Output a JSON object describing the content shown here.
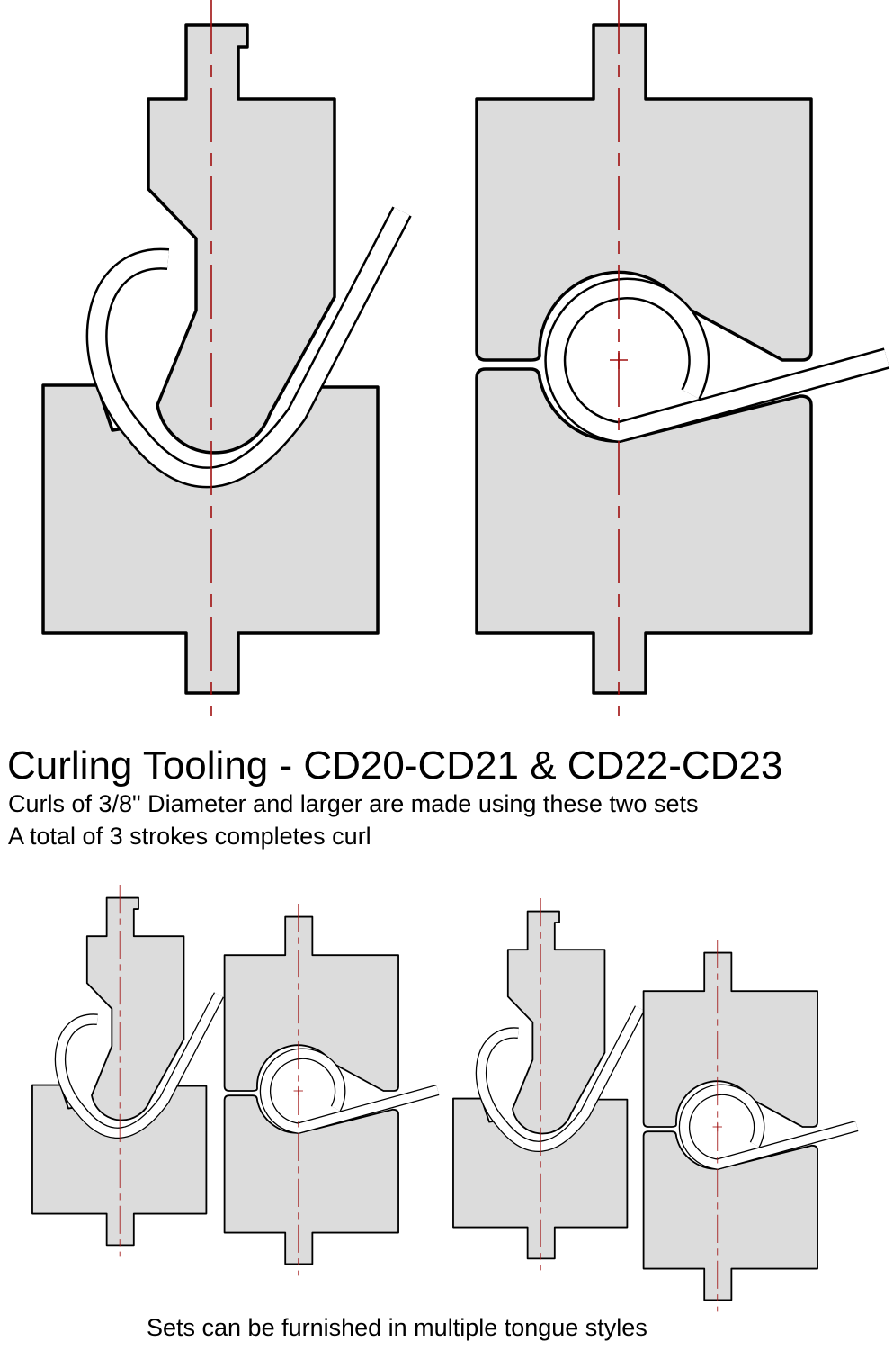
{
  "title": "Curling Tooling   -   CD20-CD21 & CD22-CD23",
  "subtitle_lines": [
    "Curls of 3/8\" Diameter and larger are made using these two sets",
    "A total of 3 strokes completes curl"
  ],
  "caption": "Sets can be furnished in multiple tongue styles",
  "colors": {
    "tool_fill": "#dcdcdc",
    "centerline": "#a01010",
    "outline": "#000000"
  }
}
